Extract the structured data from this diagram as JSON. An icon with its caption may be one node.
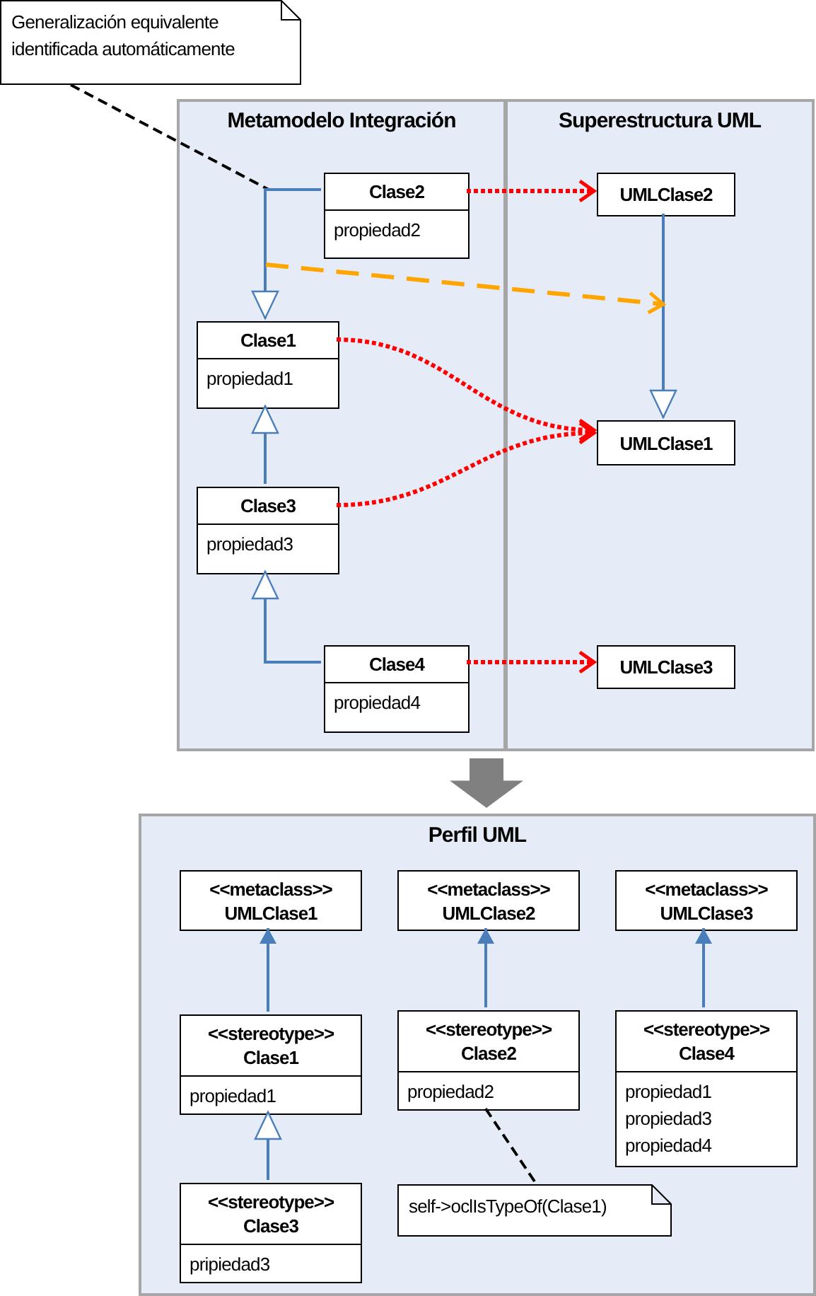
{
  "diagram": {
    "nodes": [
      {
        "text": [
          "Generalización equivalente identificada automáticamente"
        ]
      },
      {
        "text": [
          "Metamodelo Integración"
        ]
      },
      {
        "text": [
          "Superestructura UML"
        ]
      },
      {
        "text": [
          "Clase2",
          "propiedad2"
        ],
        "in": 1
      },
      {
        "text": [
          "Clase1",
          "propiedad1"
        ],
        "in": 1
      },
      {
        "text": [
          "Clase3",
          "propiedad3"
        ],
        "in": 1
      },
      {
        "text": [
          "Clase4",
          "propiedad4"
        ],
        "in": 1
      },
      {
        "text": [
          "UMLClase2"
        ],
        "in": 2
      },
      {
        "text": [
          "UMLClase1"
        ],
        "in": 2
      },
      {
        "text": [
          "UMLClase3"
        ],
        "in": 2
      },
      {
        "text": [
          "Perfil UML"
        ]
      },
      {
        "text": [
          "<<metaclass>>",
          "UMLClase1"
        ],
        "in": 10
      },
      {
        "text": [
          "<<metaclass>>",
          "UMLClase2"
        ],
        "in": 10
      },
      {
        "text": [
          "<<metaclass>>",
          "UMLClase3"
        ],
        "in": 10
      },
      {
        "text": [
          "<<stereotype>>",
          "Clase1",
          "propiedad1"
        ],
        "in": 10
      },
      {
        "text": [
          "<<stereotype>>",
          "Clase2",
          "propiedad2"
        ],
        "in": 10
      },
      {
        "text": [
          "<<stereotype>>",
          "Clase4",
          "propiedad1",
          "propiedad3",
          "propiedad4"
        ],
        "in": 10
      },
      {
        "text": [
          "<<stereotype>>",
          "Clase3",
          "pripiedad3"
        ],
        "in": 10
      },
      {
        "text": [
          "self->oclIsTypeOf(Clase1)"
        ],
        "in": 10
      }
    ],
    "edges": [
      {
        "from": 0,
        "to": null,
        "arrow": "none",
        "style": "dashed",
        "color": "#000000"
      },
      {
        "from": 3,
        "to": 4,
        "arrow": "to"
      },
      {
        "from": 5,
        "to": 4,
        "arrow": "to"
      },
      {
        "from": 6,
        "to": 5,
        "arrow": "to"
      },
      {
        "from": 7,
        "to": 8,
        "arrow": "to"
      },
      {
        "from": 3,
        "to": 7,
        "arrow": "to",
        "style": "dashed",
        "color": "#ff0000"
      },
      {
        "from": 4,
        "to": 8,
        "arrow": "to",
        "style": "dashed",
        "color": "#ff0000"
      },
      {
        "from": 5,
        "to": 8,
        "arrow": "to",
        "style": "dashed",
        "color": "#ff0000"
      },
      {
        "from": 6,
        "to": 9,
        "arrow": "to",
        "style": "dashed",
        "color": "#ff0000"
      },
      {
        "from": 1,
        "to": 10,
        "arrow": "to",
        "style": "thick",
        "color": "#808080"
      },
      {
        "from": 14,
        "to": 11,
        "arrow": "to"
      },
      {
        "from": 15,
        "to": 12,
        "arrow": "to"
      },
      {
        "from": 16,
        "to": 13,
        "arrow": "to"
      },
      {
        "from": 17,
        "to": 14,
        "arrow": "to"
      },
      {
        "from": 18,
        "to": 15,
        "arrow": "none",
        "style": "dashed",
        "color": "#000000"
      }
    ]
  }
}
